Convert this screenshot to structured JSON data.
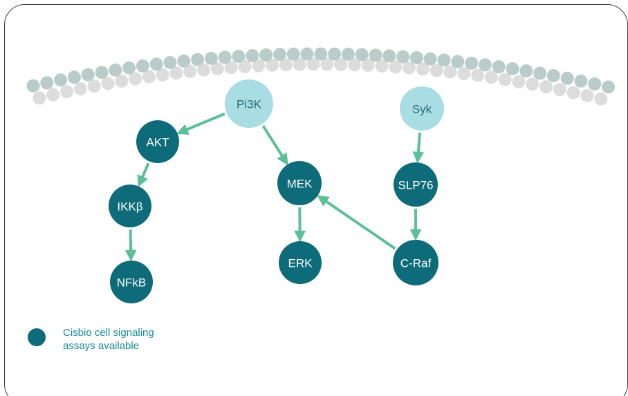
{
  "colors": {
    "dark_node": "#0e6c7a",
    "light_node": "#a8dde3",
    "light_node_text": "#256a75",
    "dark_node_text": "#ffffff",
    "arrow": "#5bbf98",
    "membrane_top": "#b9ccca",
    "membrane_bottom": "#dcdcdc",
    "legend_text": "#1a8a95"
  },
  "nodes": [
    {
      "id": "pi3k",
      "label": "Pi3K",
      "type": "light"
    },
    {
      "id": "syk",
      "label": "Syk",
      "type": "light"
    },
    {
      "id": "akt",
      "label": "AKT",
      "type": "dark"
    },
    {
      "id": "mek",
      "label": "MEK",
      "type": "dark"
    },
    {
      "id": "slp76",
      "label": "SLP76",
      "type": "dark"
    },
    {
      "id": "ikkb",
      "label": "IKKβ",
      "type": "dark"
    },
    {
      "id": "erk",
      "label": "ERK",
      "type": "dark"
    },
    {
      "id": "craf",
      "label": "C-Raf",
      "type": "dark"
    },
    {
      "id": "nfkb",
      "label": "NFkB",
      "type": "dark"
    }
  ],
  "edges": [
    {
      "from": "pi3k",
      "to": "akt"
    },
    {
      "from": "pi3k",
      "to": "mek"
    },
    {
      "from": "akt",
      "to": "ikkb"
    },
    {
      "from": "ikkb",
      "to": "nfkb"
    },
    {
      "from": "mek",
      "to": "erk"
    },
    {
      "from": "syk",
      "to": "slp76"
    },
    {
      "from": "slp76",
      "to": "craf"
    },
    {
      "from": "craf",
      "to": "mek"
    }
  ],
  "legend": {
    "text_line1": "Cisbio cell signaling",
    "text_line2": "assays available"
  }
}
